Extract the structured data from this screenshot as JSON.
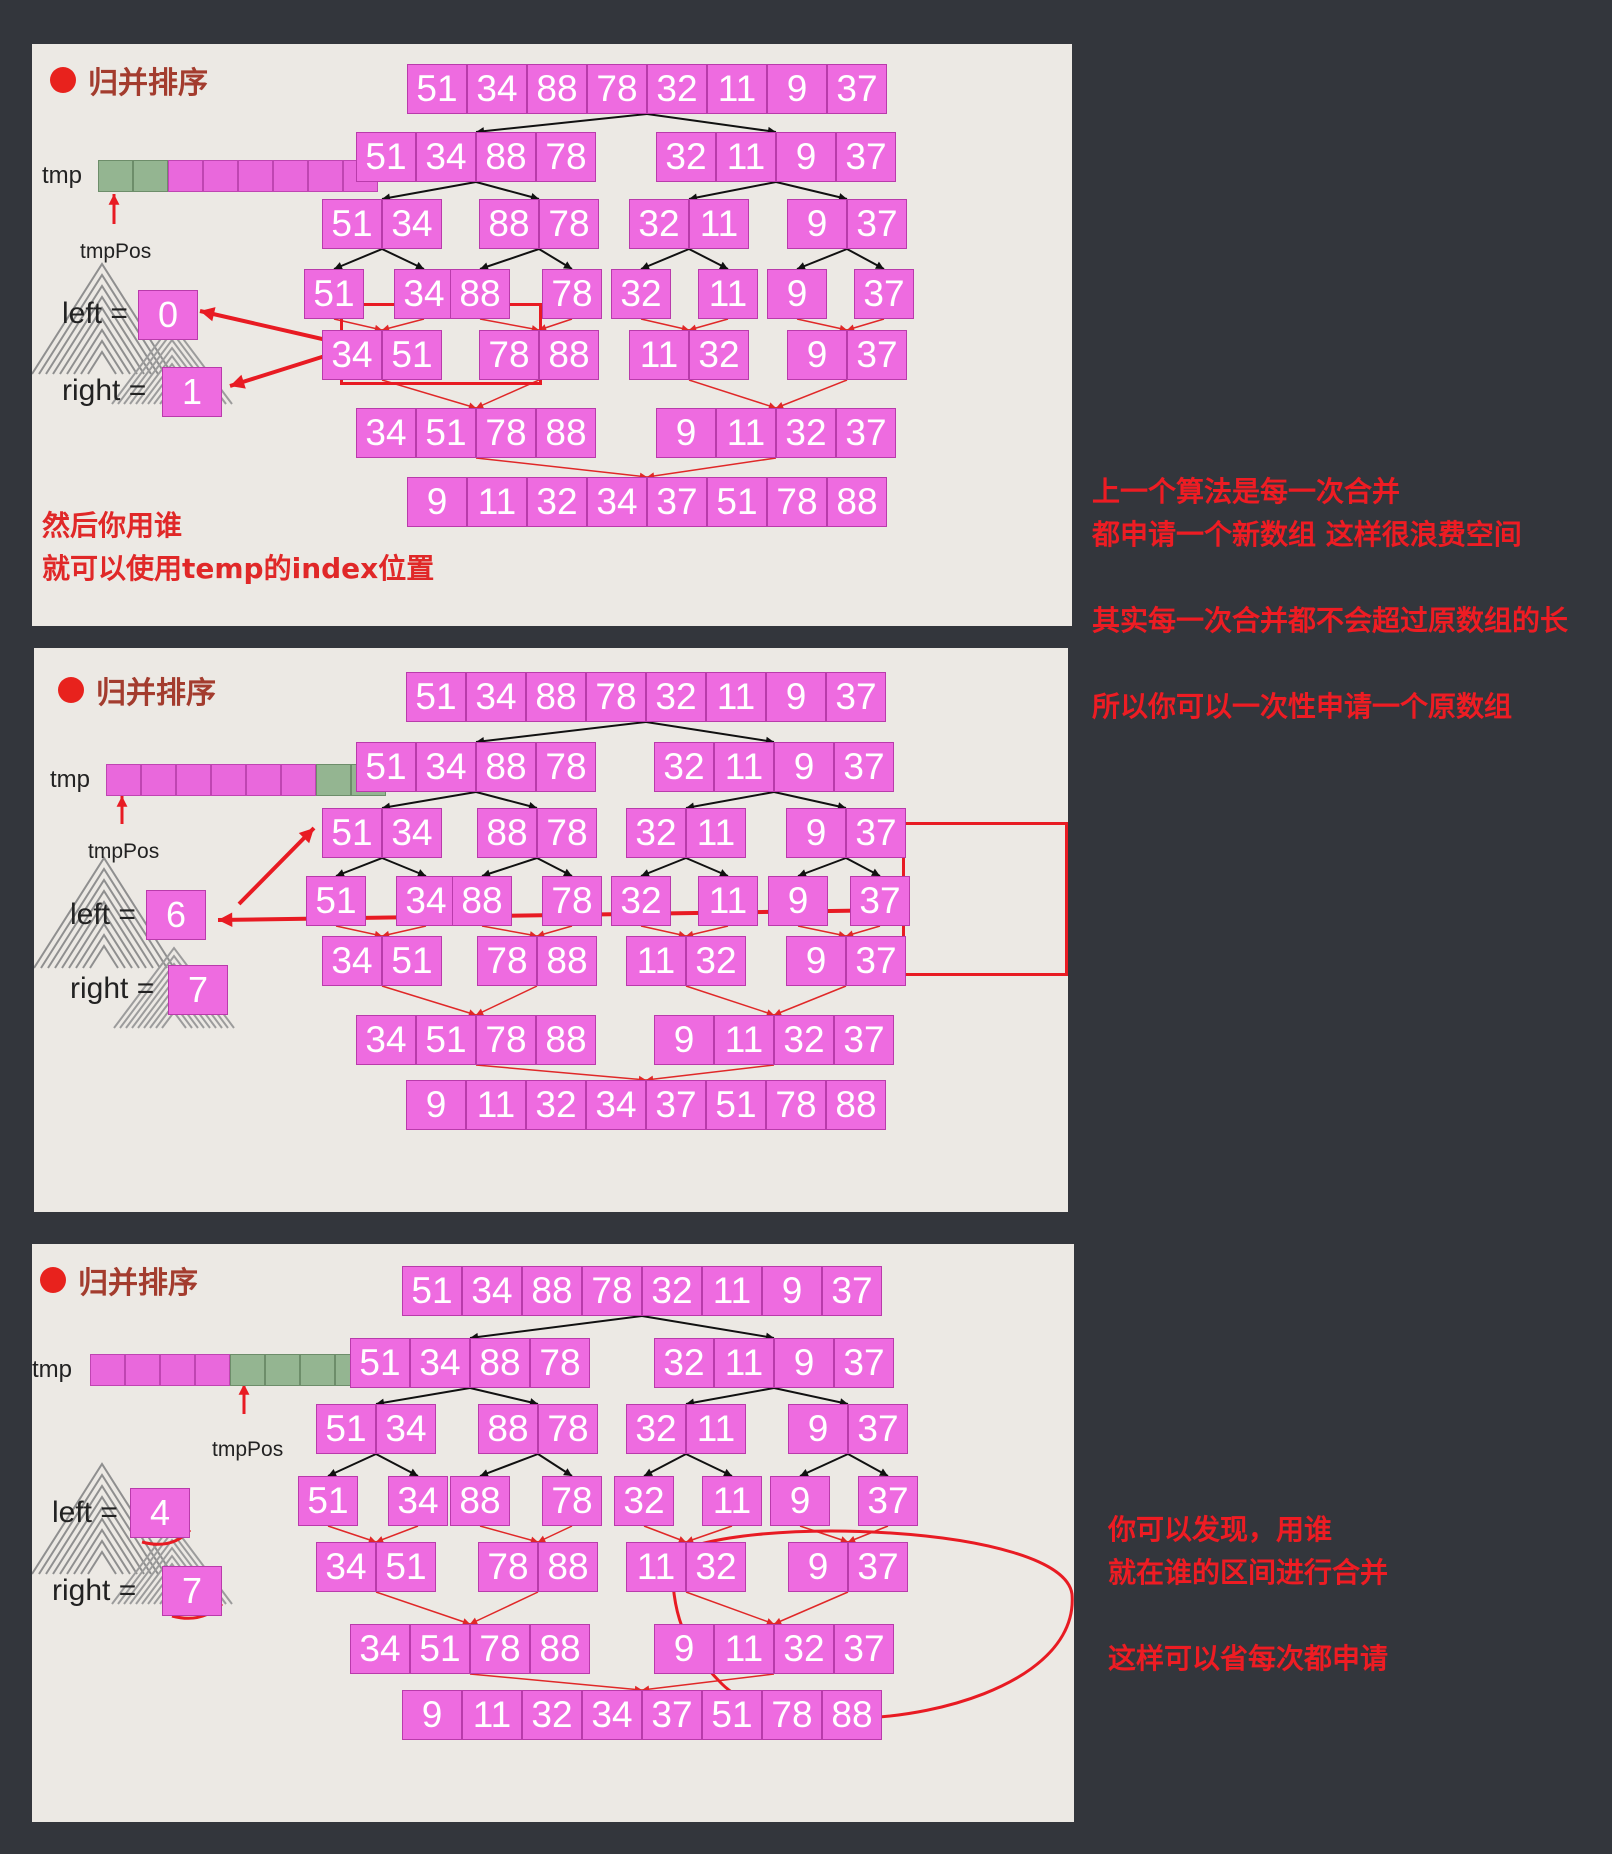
{
  "slides": [
    {
      "title": "归并排序",
      "tmp_label": "tmp",
      "tmpPos_label": "tmpPos",
      "tmp_cells": [
        "green",
        "green",
        "pink",
        "pink",
        "pink",
        "pink",
        "pink",
        "pink"
      ],
      "left_label": "left =",
      "left_value": "0",
      "right_label": "right =",
      "right_value": "1",
      "inline_note": [
        "然后你用谁",
        "就可以使用temp的index位置"
      ]
    },
    {
      "title": "归并排序",
      "tmp_label": "tmp",
      "tmpPos_label": "tmpPos",
      "tmp_cells": [
        "pink",
        "pink",
        "pink",
        "pink",
        "pink",
        "pink",
        "green",
        "green"
      ],
      "left_label": "left =",
      "left_value": "6",
      "right_label": "right =",
      "right_value": "7"
    },
    {
      "title": "归并排序",
      "tmp_label": "tmp",
      "tmpPos_label": "tmpPos",
      "tmp_cells": [
        "pink",
        "pink",
        "pink",
        "pink",
        "green",
        "green",
        "green",
        "green"
      ],
      "left_label": "left =",
      "left_value": "4",
      "right_label": "right =",
      "right_value": "7"
    }
  ],
  "tree": {
    "level0": [
      "51",
      "34",
      "88",
      "78",
      "32",
      "11",
      "9",
      "37"
    ],
    "level1": [
      [
        "51",
        "34",
        "88",
        "78"
      ],
      [
        "32",
        "11",
        "9",
        "37"
      ]
    ],
    "level2": [
      [
        "51",
        "34"
      ],
      [
        "88",
        "78"
      ],
      [
        "32",
        "11"
      ],
      [
        "9",
        "37"
      ]
    ],
    "level3": [
      "51",
      "34",
      "88",
      "78",
      "32",
      "11",
      "9",
      "37"
    ],
    "merge1": [
      [
        "34",
        "51"
      ],
      [
        "78",
        "88"
      ],
      [
        "11",
        "32"
      ],
      [
        "9",
        "37"
      ]
    ],
    "merge2": [
      [
        "34",
        "51",
        "78",
        "88"
      ],
      [
        "9",
        "11",
        "32",
        "37"
      ]
    ],
    "final": [
      "9",
      "11",
      "32",
      "34",
      "37",
      "51",
      "78",
      "88"
    ]
  },
  "notes": {
    "top": [
      "上一个算法是每一次合并",
      "都申请一个新数组 这样很浪费空间",
      "",
      "其实每一次合并都不会超过原数组的长",
      "",
      "所以你可以一次性申请一个原数组"
    ],
    "bottom": [
      "你可以发现，用谁",
      "就在谁的区间进行合并",
      "",
      "这样可以省每次都申请"
    ]
  },
  "colors": {
    "background": "#33363c",
    "slide": "#ece9e4",
    "cell": "#ee6be0",
    "tmp_green": "#94b591",
    "annotation_red": "#ee1c23"
  }
}
